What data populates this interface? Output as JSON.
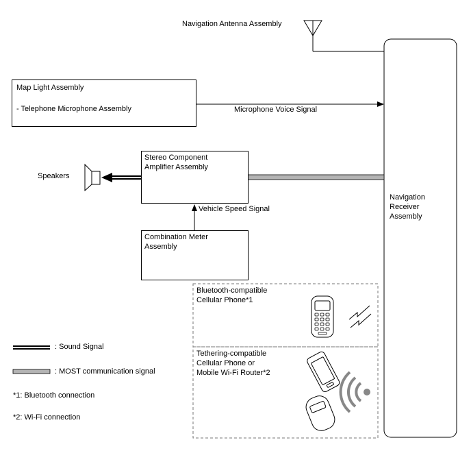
{
  "components": {
    "navigation_antenna": "Navigation Antenna Assembly",
    "map_light": "Map Light Assembly",
    "telephone_microphone": "- Telephone Microphone Assembly",
    "stereo_amplifier_line1": "Stereo Component",
    "stereo_amplifier_line2": "Amplifier Assembly",
    "speakers": "Speakers",
    "combination_meter_line1": "Combination Meter",
    "combination_meter_line2": "Assembly",
    "navigation_receiver_line1": "Navigation",
    "navigation_receiver_line2": "Receiver",
    "navigation_receiver_line3": "Assembly",
    "bluetooth_phone_line1": "Bluetooth-compatible",
    "bluetooth_phone_line2": "Cellular Phone*1",
    "tethering_line1": "Tethering-compatible",
    "tethering_line2": "Cellular Phone or",
    "tethering_line3": "Mobile Wi-Fi Router*2"
  },
  "signals": {
    "microphone_voice": "Microphone Voice Signal",
    "vehicle_speed": "Vehicle Speed Signal"
  },
  "legend": {
    "sound_signal": ": Sound Signal",
    "most_signal": ": MOST communication signal"
  },
  "notes": {
    "note1": "*1: Bluetooth connection",
    "note2": "*2: Wi-Fi connection"
  }
}
